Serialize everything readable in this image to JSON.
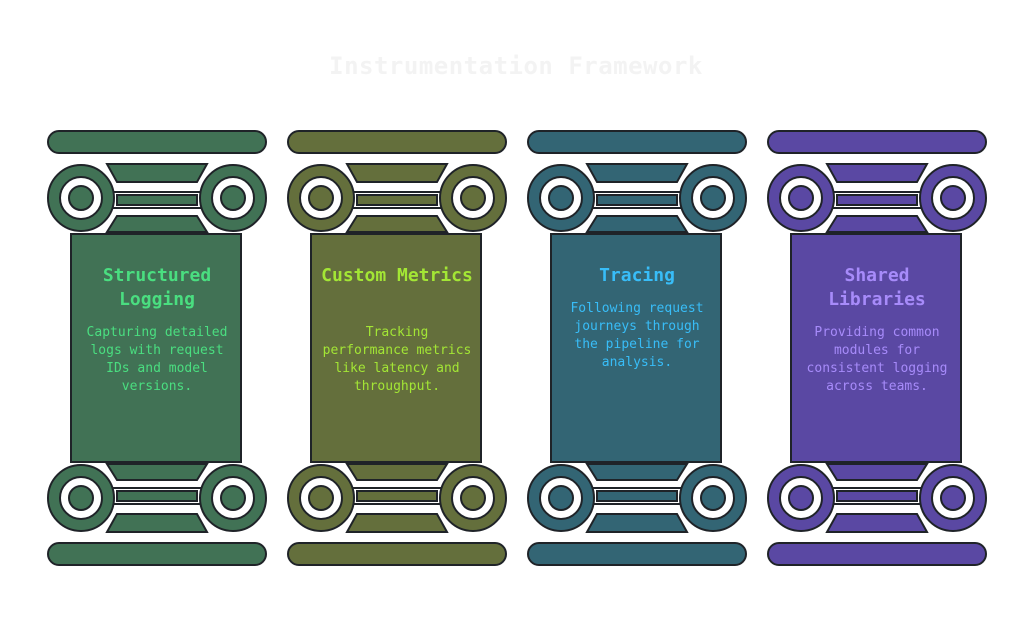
{
  "title": "Instrumentation Framework",
  "pillars": [
    {
      "title": "Structured Logging",
      "description": "Capturing detailed logs with request IDs and model versions.",
      "icon": "pillar-icon",
      "fill_color": "#417255",
      "text_color": "#4ade80"
    },
    {
      "title": "Custom Metrics",
      "description": "Tracking performance metrics like latency and throughput.",
      "icon": "pillar-icon",
      "fill_color": "#646f3c",
      "text_color": "#a3e635"
    },
    {
      "title": "Tracing",
      "description": "Following request journeys through the pipeline for analysis.",
      "icon": "pillar-icon",
      "fill_color": "#336574",
      "text_color": "#38bdf8"
    },
    {
      "title": "Shared Libraries",
      "description": "Providing common modules for consistent logging across teams.",
      "icon": "pillar-icon",
      "fill_color": "#5a48a3",
      "text_color": "#a78bfa"
    }
  ]
}
